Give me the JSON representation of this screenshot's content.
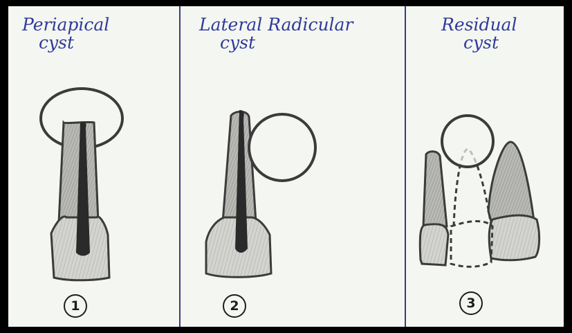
{
  "panels": [
    {
      "title_line1": "Periapical",
      "title_line2": "cyst",
      "number": "1"
    },
    {
      "title_line1": "Lateral  Radicular",
      "title_line2": "cyst",
      "number": "2"
    },
    {
      "title_line1": "Residual",
      "title_line2": "cyst",
      "number": "3"
    }
  ],
  "colors": {
    "ink": "#2f3a9a",
    "pencil": "#3a3a3a",
    "paper": "#f4f6f1",
    "frame": "#000000"
  }
}
